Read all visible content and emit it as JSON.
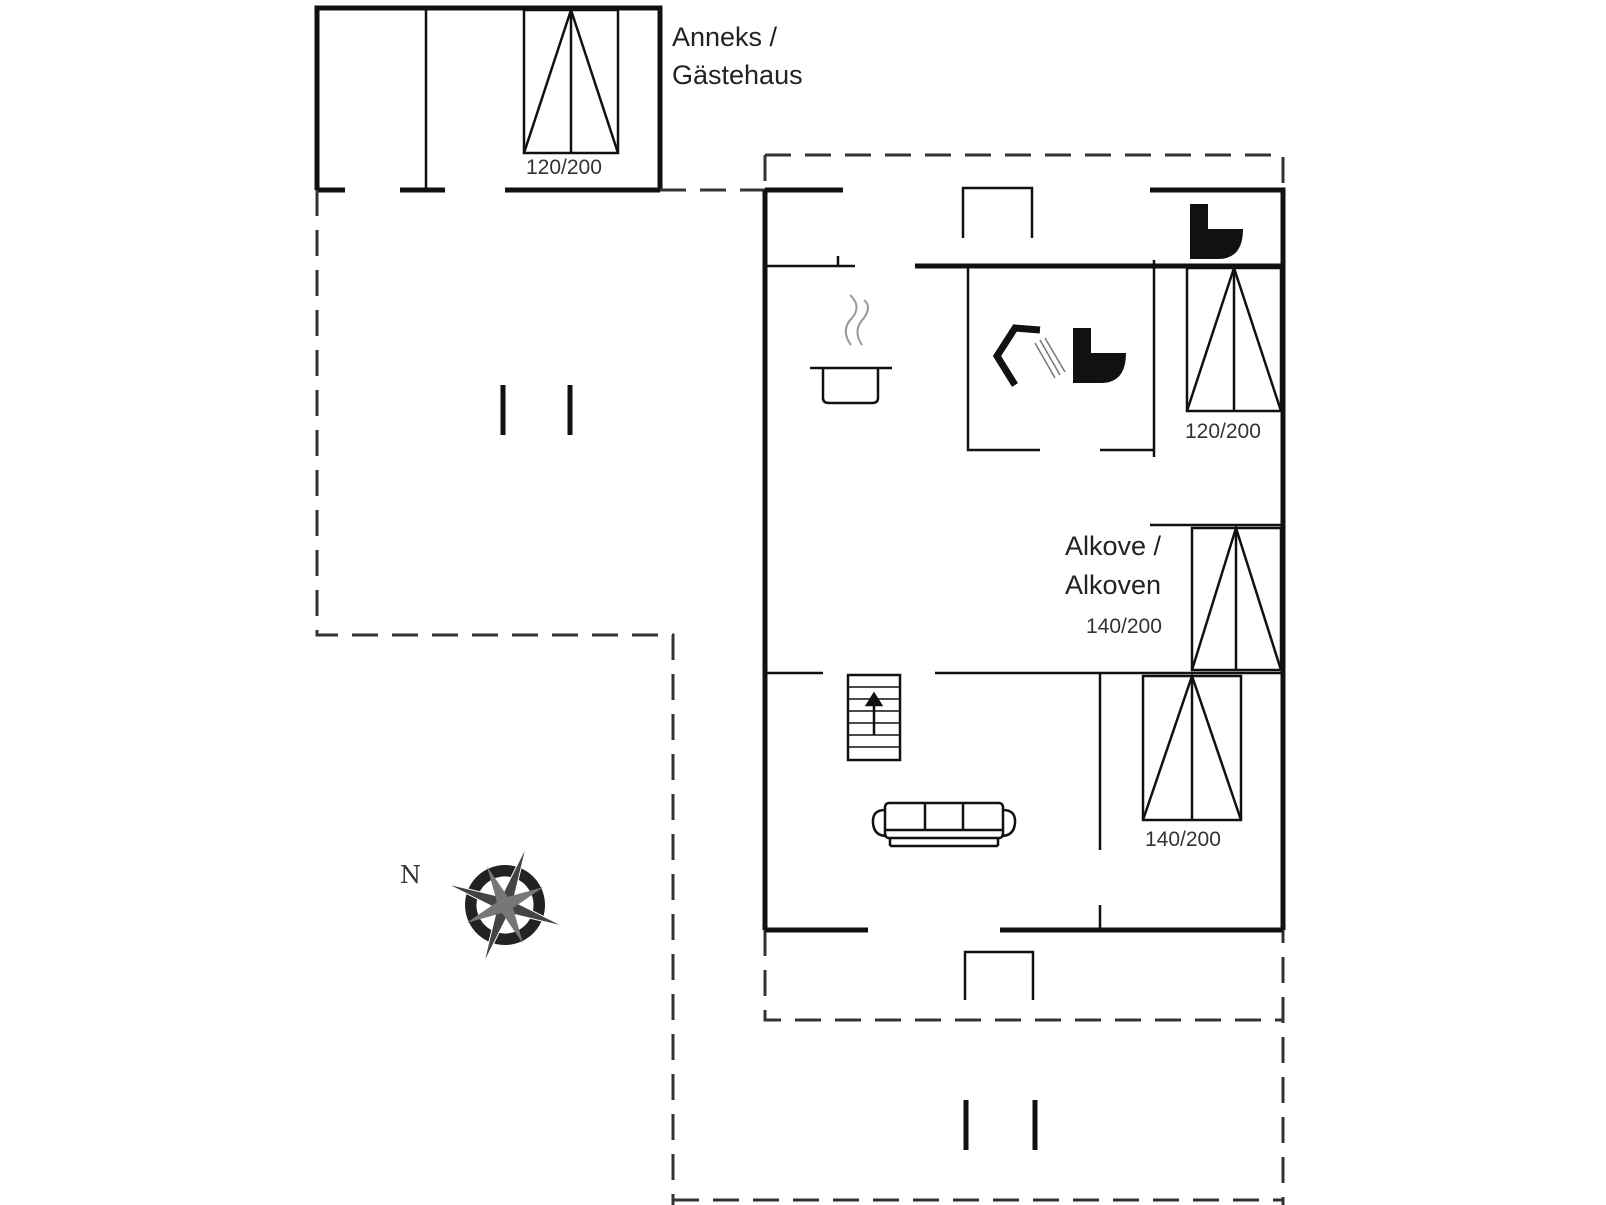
{
  "labels": {
    "annex_line1": "Anneks /",
    "annex_line2": "Gästehaus",
    "alcove_line1": "Alkove /",
    "alcove_line2": "Alkoven"
  },
  "beds": {
    "annex_bed": "120/200",
    "bedroom1_bed": "120/200",
    "alcove_bed": "140/200",
    "bedroom2_bed": "140/200"
  },
  "compass": {
    "north": "N"
  }
}
